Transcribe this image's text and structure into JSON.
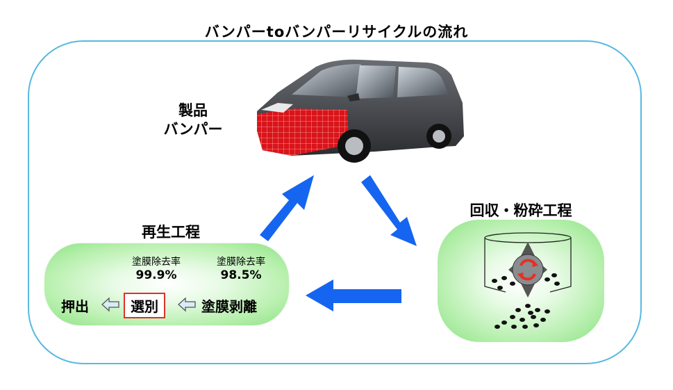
{
  "title": "バンパーtoバンパーリサイクルの流れ",
  "product": {
    "line1": "製品",
    "line2": "バンパー"
  },
  "crushing": {
    "label": "回収・粉砕工程"
  },
  "regeneration": {
    "label": "再生工程",
    "rate_label_1": "塗膜除去率",
    "rate_value_1": "99.9%",
    "rate_label_2": "塗膜除去率",
    "rate_value_2": "98.5%",
    "step_extrude": "押出",
    "step_sort": "選別",
    "step_strip": "塗膜剥離"
  },
  "colors": {
    "arrow": "#1565f0",
    "frame": "#58b8e0",
    "bumper": "#d9141a",
    "sort_border": "#e0302a",
    "green": "#8ee285"
  },
  "icons": [
    "car-image",
    "crusher-icon",
    "recycle-icon",
    "pellets-icon",
    "left-arrow-icon",
    "flow-arrow-icon"
  ]
}
